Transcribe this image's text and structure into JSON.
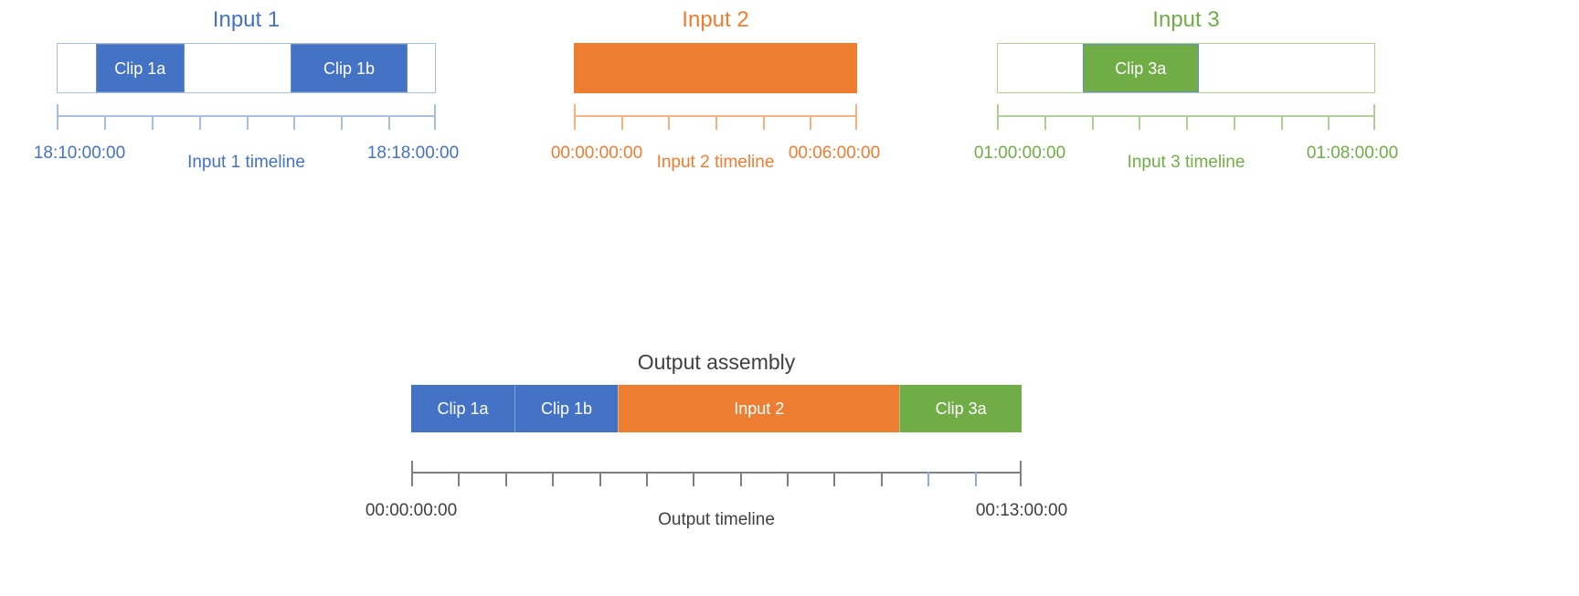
{
  "colors": {
    "blue": "#4472C4",
    "blue_light": "#A7BEDF",
    "orange": "#ED7D31",
    "orange_light": "#F5B183",
    "green": "#70AD47",
    "green_light": "#AFCF96",
    "gray_text": "#404040",
    "gray_tick": "#7F7F7F",
    "white": "#FFFFFF"
  },
  "inputs": [
    {
      "title": "Input 1",
      "color": "#4472C4",
      "tick_color": "#A7BEDF",
      "axis_label": "Input 1 timeline",
      "start_tc": "18:10:00:00",
      "end_tc": "18:18:00:00",
      "duration_minutes": 8,
      "tick_segments": 8,
      "has_border": true,
      "clips": [
        {
          "label": "Clip 1a",
          "start_minutes": 0.8,
          "end_minutes": 2.68
        },
        {
          "label": "Clip 1b",
          "start_minutes": 4.92,
          "end_minutes": 7.38
        }
      ]
    },
    {
      "title": "Input 2",
      "color": "#ED7D31",
      "tick_color": "#F5B183",
      "axis_label": "Input 2 timeline",
      "start_tc": "00:00:00:00",
      "end_tc": "00:06:00:00",
      "duration_minutes": 6,
      "tick_segments": 6,
      "has_border": false,
      "clips": [
        {
          "label": "",
          "start_minutes": 0,
          "end_minutes": 6
        }
      ]
    },
    {
      "title": "Input 3",
      "color": "#70AD47",
      "tick_color": "#AFCF96",
      "axis_label": "Input 3 timeline",
      "start_tc": "01:00:00:00",
      "end_tc": "01:08:00:00",
      "duration_minutes": 8,
      "tick_segments": 8,
      "has_border": true,
      "clips": [
        {
          "label": "Clip 3a",
          "start_minutes": 1.79,
          "end_minutes": 4.25
        }
      ]
    }
  ],
  "output": {
    "title": "Output assembly",
    "axis_label": "Output timeline",
    "start_tc": "00:00:00:00",
    "end_tc": "00:13:00:00",
    "duration_minutes": 13,
    "tick_segments": 13,
    "segments": [
      {
        "label": "Clip 1a",
        "color": "#4472C4",
        "minutes": 2.2
      },
      {
        "label": "Clip 1b",
        "color": "#4472C4",
        "minutes": 2.2
      },
      {
        "label": "Input 2",
        "color": "#ED7D31",
        "minutes": 6.0
      },
      {
        "label": "Clip 3a",
        "color": "#70AD47",
        "minutes": 2.6
      }
    ]
  },
  "chart_data": {
    "type": "bar",
    "title": "Output assembly",
    "xlabel": "Output timeline",
    "ylabel": "",
    "categories": [
      "Clip 1a",
      "Clip 1b",
      "Input 2",
      "Clip 3a"
    ],
    "values": [
      2.2,
      2.2,
      6.0,
      2.6
    ],
    "xlim": [
      0,
      13
    ],
    "grid": false,
    "legend": "none"
  }
}
